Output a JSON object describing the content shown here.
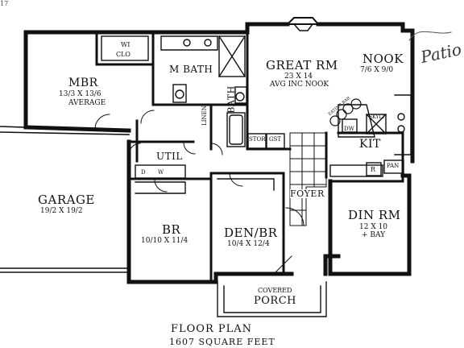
{
  "corner_mark": "17",
  "handwritten_note": "Patio",
  "rooms": {
    "mbr": {
      "name": "MBR",
      "dims": "13/3 X 13/6",
      "note": "AVERAGE"
    },
    "wi_clo": {
      "line1": "WI",
      "line2": "CLO"
    },
    "m_bath": {
      "name": "M BATH"
    },
    "bath": {
      "name": "BATH"
    },
    "linen": {
      "name": "LINEN"
    },
    "great_rm": {
      "name": "GREAT RM",
      "dims": "23 X 14",
      "note": "AVG INC NOOK"
    },
    "nook": {
      "name": "NOOK",
      "dims": "7/6 X 9/0"
    },
    "kit": {
      "name": "KIT"
    },
    "util": {
      "name": "UTIL"
    },
    "garage": {
      "name": "GARAGE",
      "dims": "19/2 X 19/2"
    },
    "br": {
      "name": "BR",
      "dims": "10/10 X 11/4"
    },
    "den_br": {
      "name": "DEN/BR",
      "dims": "10/4 X 12/4"
    },
    "foyer": {
      "name": "FOYER"
    },
    "din_rm": {
      "name": "DIN RM",
      "dims": "12 X 10",
      "note": "+ BAY"
    },
    "porch": {
      "line1": "COVERED",
      "line2": "PORCH"
    }
  },
  "fixtures": {
    "stor": "STOR",
    "gst": "GST",
    "dw": "DW",
    "r": "R",
    "pan": "PAN",
    "d": "D",
    "w": "W",
    "skylight": "SKYLT",
    "eating_bar": "EATING BAR"
  },
  "caption": {
    "title": "FLOOR PLAN",
    "subtitle": "1607 SQUARE FEET"
  }
}
